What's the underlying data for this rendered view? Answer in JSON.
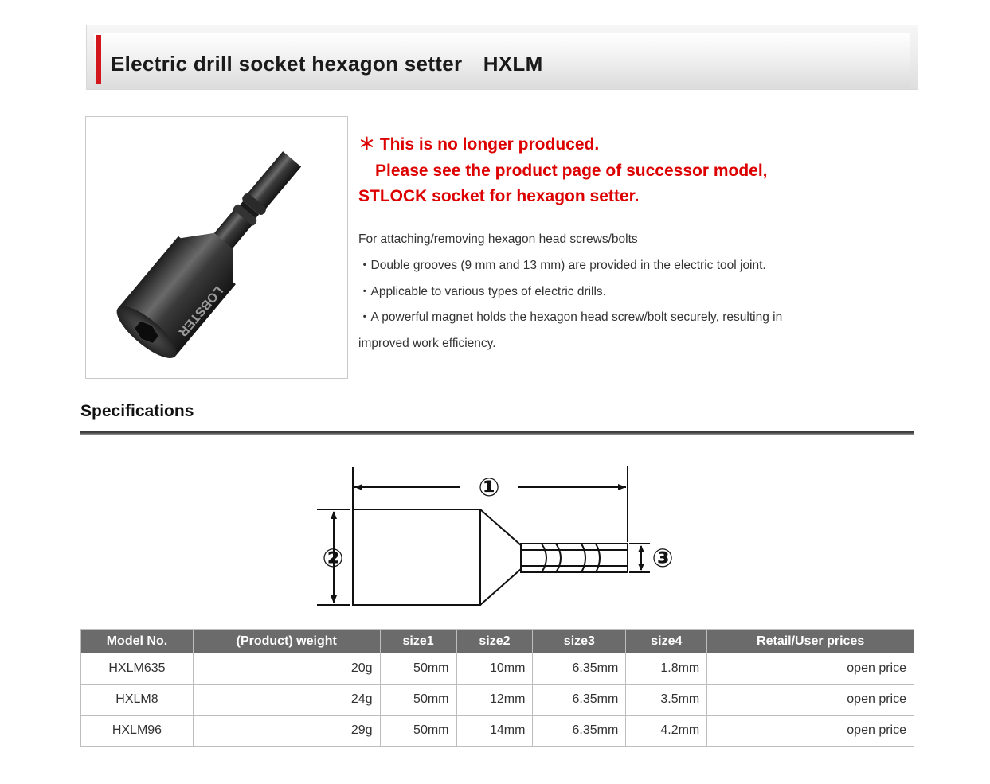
{
  "header": {
    "title": "Electric drill socket hexagon setter　HXLM"
  },
  "product_image": {
    "engraving": "LOBSTER"
  },
  "notice": {
    "lines": [
      "＊ This is no longer produced.",
      "　Please see the product page of successor model,",
      "STLOCK socket for hexagon setter."
    ]
  },
  "description": {
    "lines": [
      "For attaching/removing hexagon head screws/bolts",
      "・Double grooves (9 mm and 13 mm) are provided in the electric tool joint.",
      "・Applicable to various types of electric drills.",
      "・A powerful magnet holds the hexagon head screw/bolt securely, resulting in",
      "improved work efficiency."
    ]
  },
  "specifications": {
    "heading": "Specifications",
    "diagram_labels": [
      "①",
      "②",
      "③"
    ],
    "table": {
      "headers": [
        "Model No.",
        "(Product) weight",
        "size1",
        "size2",
        "size3",
        "size4",
        "Retail/User prices"
      ],
      "rows": [
        [
          "HXLM635",
          "20g",
          "50mm",
          "10mm",
          "6.35mm",
          "1.8mm",
          "open price"
        ],
        [
          "HXLM8",
          "24g",
          "50mm",
          "12mm",
          "6.35mm",
          "3.5mm",
          "open price"
        ],
        [
          "HXLM96",
          "29g",
          "50mm",
          "14mm",
          "6.35mm",
          "4.2mm",
          "open price"
        ]
      ]
    }
  }
}
